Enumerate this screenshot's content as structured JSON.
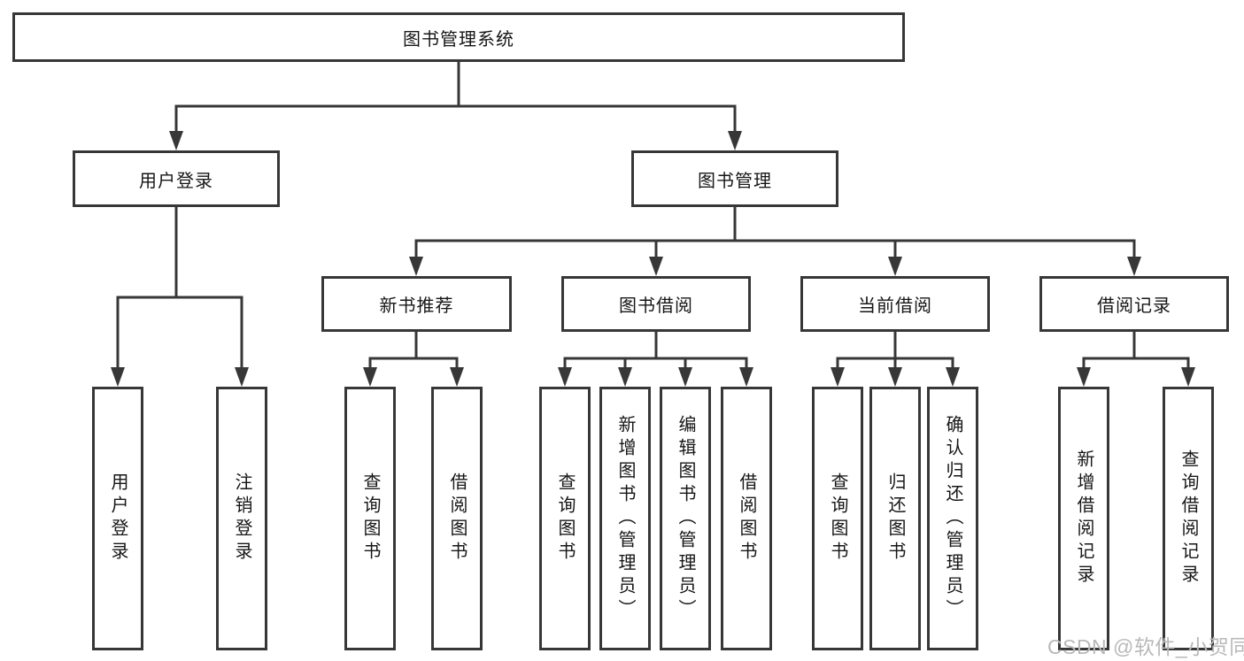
{
  "diagram": {
    "root": "图书管理系统",
    "branches": [
      {
        "label": "用户登录",
        "children": [
          "用户登录",
          "注销登录"
        ]
      },
      {
        "label": "图书管理",
        "groups": [
          {
            "label": "新书推荐",
            "children": [
              "查询图书",
              "借阅图书"
            ]
          },
          {
            "label": "图书借阅",
            "children": [
              "查询图书",
              "新增图书（管理员）",
              "编辑图书（管理员）",
              "借阅图书"
            ]
          },
          {
            "label": "当前借阅",
            "children": [
              "查询图书",
              "归还图书",
              "确认归还（管理员）"
            ]
          },
          {
            "label": "借阅记录",
            "children": [
              "新增借阅记录",
              "查询借阅记录"
            ]
          }
        ]
      }
    ]
  },
  "watermark": {
    "text": "CSDN @软件_小贺同学"
  },
  "colors": {
    "line": "#373737",
    "text": "#161616",
    "watermark": "#b9b9b9",
    "background": "#ffffff"
  }
}
